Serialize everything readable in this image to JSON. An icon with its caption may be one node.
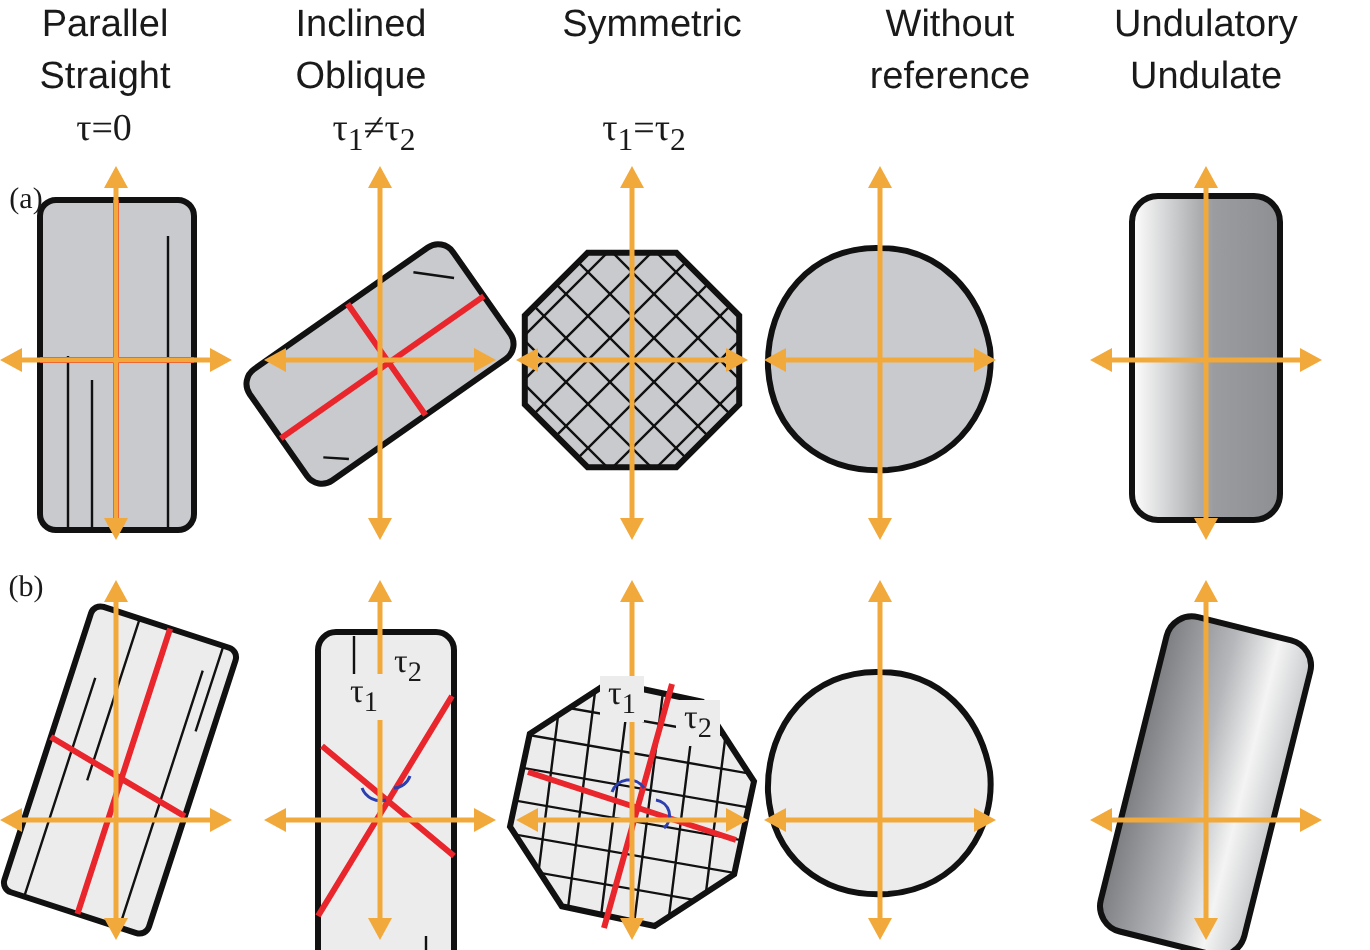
{
  "diagram": {
    "labels": [
      "Parallel Straight",
      "Inclined Oblique",
      "Symmetric",
      "Without reference",
      "Undulatory Undulate",
      "τ=0",
      "τ$_{1}$≠τ$_{2}$",
      "τ$_{1}$=τ$_{2}$",
      "(a)",
      "(b)",
      "τ$_{1}$",
      "τ$_{2}$",
      "τ$_{1}$",
      "τ$_{2}$"
    ]
  }
}
